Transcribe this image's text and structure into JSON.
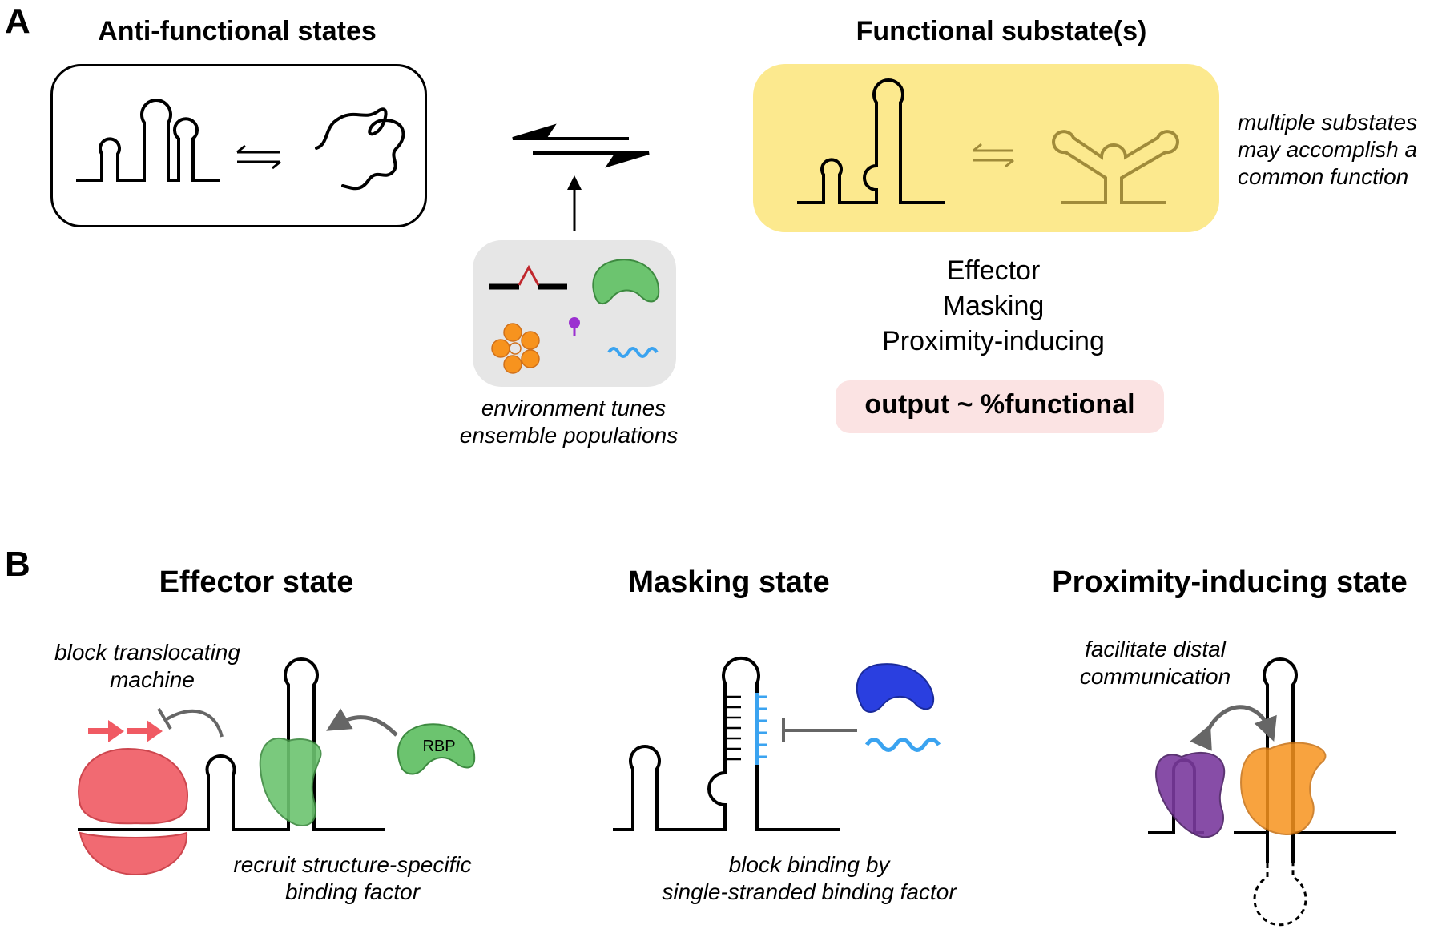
{
  "panel_a": {
    "letter": "A",
    "anti_title": "Anti-functional states",
    "functional_title": "Functional substate(s)",
    "substates_note": [
      "multiple substates",
      "may accomplish a",
      "common function"
    ],
    "environment_note": [
      "environment tunes",
      "ensemble populations"
    ],
    "functions": [
      "Effector",
      "Masking",
      "Proximity-inducing"
    ],
    "output_label": "output ~ %functional"
  },
  "panel_b": {
    "letter": "B",
    "effector": {
      "title": "Effector state",
      "note_top": [
        "block translocating",
        "machine"
      ],
      "rbp_label": "RBP",
      "note_bottom": [
        "recruit structure-specific",
        "binding factor"
      ]
    },
    "masking": {
      "title": "Masking state",
      "note_bottom": [
        "block binding by",
        "single-stranded binding factor"
      ]
    },
    "proximity": {
      "title": "Proximity-inducing state",
      "note_top": [
        "facilitate distal",
        "communication"
      ]
    }
  },
  "colors": {
    "functional_box": "#fce98e",
    "environment_box": "#e6e6e6",
    "output_box": "#fbe3e3",
    "green_protein": "#6cc46f",
    "orange": "#f7931e",
    "purple": "#9b30d0",
    "blue_wave": "#3aa3f0",
    "ribosome_red": "#f05a63",
    "blue_protein": "#2a3fe0",
    "purple_protein": "#7b3a9e",
    "faded_rna": "#a08b3a"
  }
}
